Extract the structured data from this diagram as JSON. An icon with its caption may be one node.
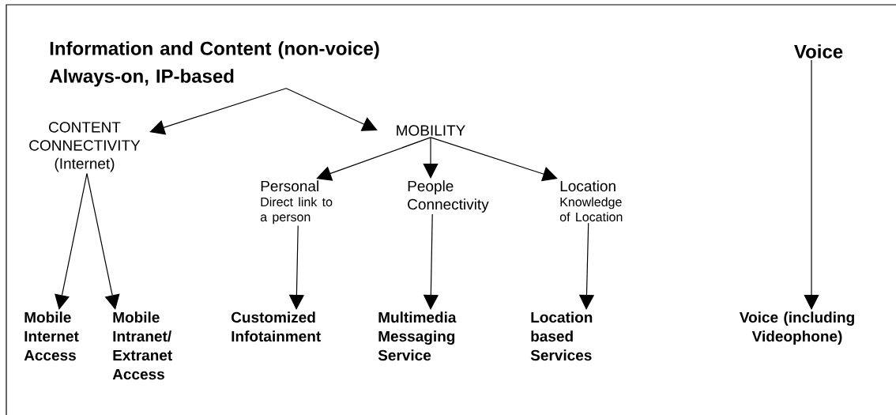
{
  "diagram": {
    "nodes": [
      {
        "text": [
          "Information and Content (non-voice)",
          "Always-on, IP-based"
        ]
      },
      {
        "text": [
          "CONTENT CONNECTIVITY (Internet)"
        ]
      },
      {
        "text": [
          "MOBILITY"
        ]
      },
      {
        "text": [
          "Personal",
          "Direct link to a person"
        ]
      },
      {
        "text": [
          "People Connectivity"
        ]
      },
      {
        "text": [
          "Location",
          "Knowledge of Location"
        ]
      },
      {
        "text": [
          "Voice"
        ]
      },
      {
        "text": [
          "Mobile Internet Access"
        ]
      },
      {
        "text": [
          "Mobile Intranet/ Extranet Access"
        ]
      },
      {
        "text": [
          "Customized Infotainment"
        ]
      },
      {
        "text": [
          "Multimedia Messaging Service"
        ]
      },
      {
        "text": [
          "Location based Services"
        ]
      },
      {
        "text": [
          "Voice (including Videophone)"
        ]
      }
    ],
    "edges": [
      {
        "from": 0,
        "to": 1,
        "arrow": "to"
      },
      {
        "from": 0,
        "to": 2,
        "arrow": "to"
      },
      {
        "from": 1,
        "to": 7,
        "arrow": "to"
      },
      {
        "from": 1,
        "to": 8,
        "arrow": "to"
      },
      {
        "from": 2,
        "to": 3,
        "arrow": "to"
      },
      {
        "from": 2,
        "to": 4,
        "arrow": "to"
      },
      {
        "from": 2,
        "to": 5,
        "arrow": "to"
      },
      {
        "from": 3,
        "to": 9,
        "arrow": "to"
      },
      {
        "from": 4,
        "to": 10,
        "arrow": "to"
      },
      {
        "from": 5,
        "to": 11,
        "arrow": "to"
      },
      {
        "from": 6,
        "to": 12,
        "arrow": "to"
      }
    ]
  }
}
